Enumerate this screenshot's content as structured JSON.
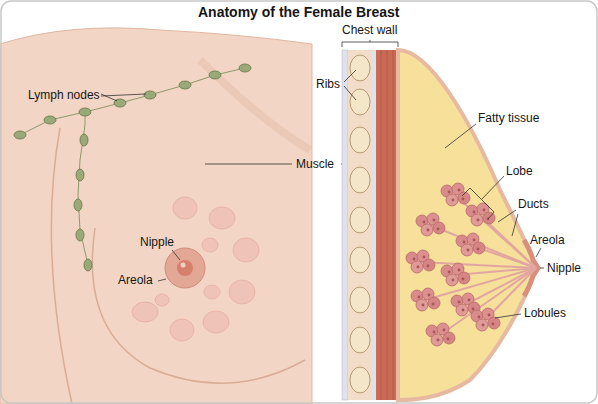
{
  "diagram": {
    "title": "Anatomy of the Female Breast",
    "labels": [
      "Lymph nodes",
      "Nipple",
      "Areola",
      "Muscle",
      "Chest wall",
      "Ribs",
      "Fatty tissue",
      "Lobe",
      "Ducts",
      "Areola",
      "Nipple",
      "Lobules"
    ]
  }
}
